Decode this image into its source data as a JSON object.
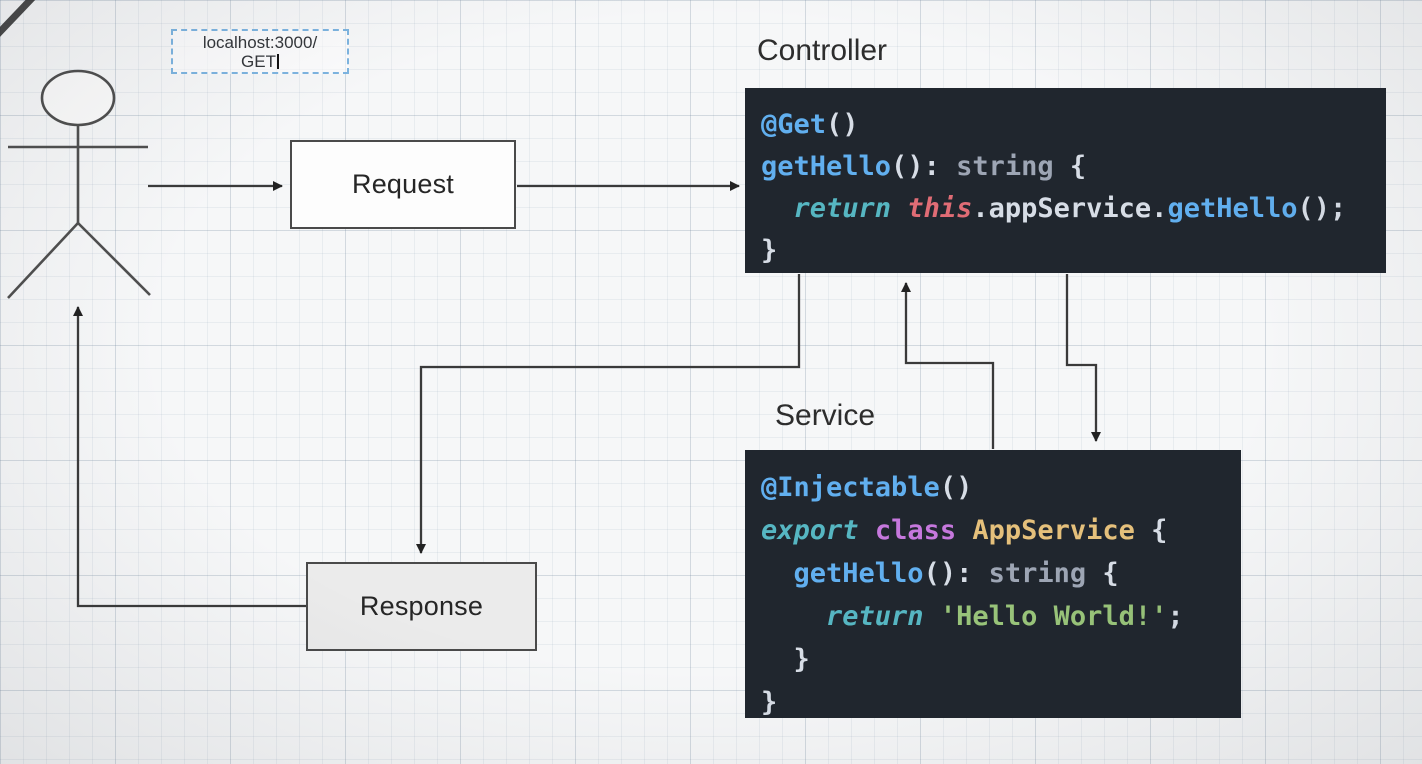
{
  "diagram": {
    "url_label": {
      "line1": "localhost:3000/",
      "line2": "GET"
    },
    "request_box": {
      "label": "Request"
    },
    "response_box": {
      "label": "Response"
    },
    "controller": {
      "title": "Controller",
      "code": [
        [
          [
            "@Get",
            "blue"
          ],
          [
            "()",
            "white"
          ]
        ],
        [
          [
            "getHello",
            "blue"
          ],
          [
            "()",
            "white"
          ],
          [
            ": ",
            "white"
          ],
          [
            "string",
            "type"
          ],
          [
            " {",
            "white"
          ]
        ],
        [
          [
            "  ",
            "plain"
          ],
          [
            "return",
            "kw"
          ],
          [
            " ",
            "plain"
          ],
          [
            "this",
            "this"
          ],
          [
            ".appService.",
            "white"
          ],
          [
            "getHello",
            "blue"
          ],
          [
            "();",
            "white"
          ]
        ],
        [
          [
            "}",
            "white"
          ]
        ]
      ]
    },
    "service": {
      "title": "Service",
      "code": [
        [
          [
            "@Injectable",
            "blue"
          ],
          [
            "()",
            "white"
          ]
        ],
        [
          [
            "export",
            "kw"
          ],
          [
            " ",
            "plain"
          ],
          [
            "class",
            "purple"
          ],
          [
            " ",
            "plain"
          ],
          [
            "AppService",
            "cls"
          ],
          [
            " {",
            "white"
          ]
        ],
        [
          [
            "  ",
            "plain"
          ],
          [
            "getHello",
            "blue"
          ],
          [
            "()",
            "white"
          ],
          [
            ": ",
            "white"
          ],
          [
            "string",
            "type"
          ],
          [
            " {",
            "white"
          ]
        ],
        [
          [
            "    ",
            "plain"
          ],
          [
            "return",
            "kw"
          ],
          [
            " ",
            "plain"
          ],
          [
            "'Hello World!'",
            "str"
          ],
          [
            ";",
            "white"
          ]
        ],
        [
          [
            "  }",
            "white"
          ]
        ],
        [
          [
            "}",
            "white"
          ]
        ]
      ]
    },
    "connections": [
      "actor to request",
      "request to controller",
      "controller to service",
      "service to controller",
      "controller to response",
      "response to actor"
    ]
  },
  "code_colors": {
    "blue": "#61afef",
    "white": "#d7dde6",
    "plain": "#d7dde6",
    "kw": "#56b6c2",
    "this": "#e06c75",
    "purple": "#c678dd",
    "cls": "#e5c07b",
    "str": "#98c379",
    "type": "#9da5b4"
  },
  "colors": {
    "code_background": "#20262e",
    "paper": "#f6f7f8",
    "connector": "#3a3a3a",
    "url_box_border": "#7db4e0",
    "response_fill": "#ebebeb",
    "request_fill": "#fdfdfd"
  }
}
